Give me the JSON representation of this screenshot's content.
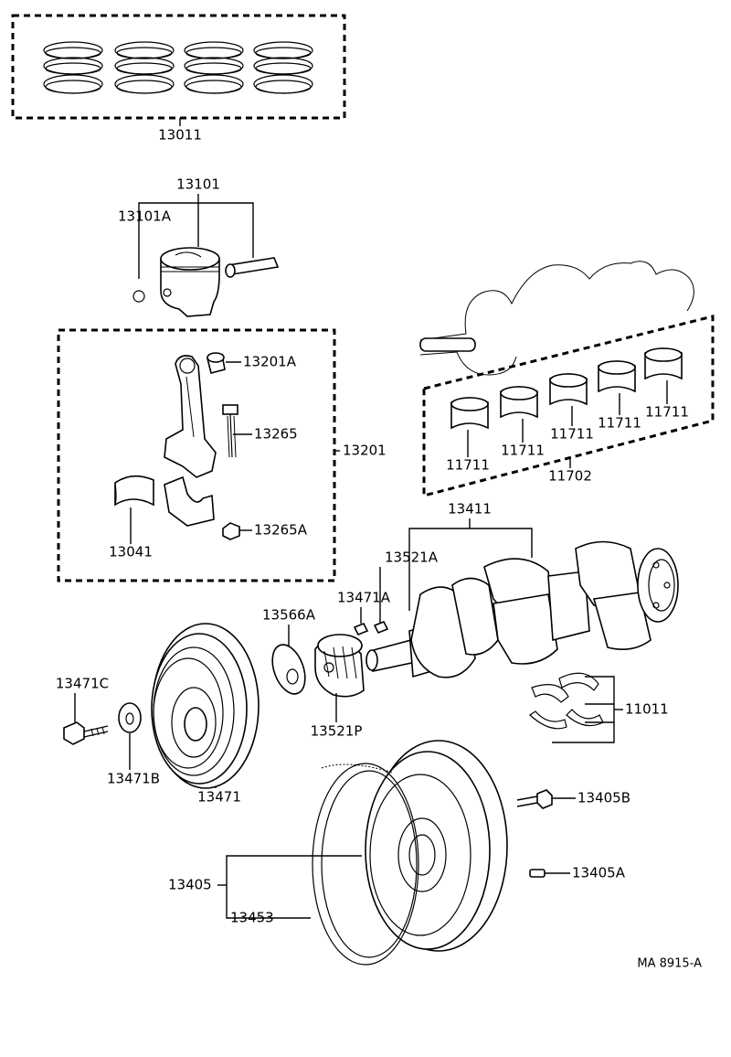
{
  "labels": {
    "l_13011": "13011",
    "l_13101": "13101",
    "l_13101A": "13101A",
    "l_13201A": "13201A",
    "l_13265": "13265",
    "l_13201": "13201",
    "l_13041": "13041",
    "l_13265A": "13265A",
    "l_11711_1": "11711",
    "l_11711_2": "11711",
    "l_11711_3": "11711",
    "l_11711_4": "11711",
    "l_11711_5": "11711",
    "l_11702": "11702",
    "l_13411": "13411",
    "l_13521A": "13521A",
    "l_13471A": "13471A",
    "l_13566A": "13566A",
    "l_13471C": "13471C",
    "l_13521P": "13521P",
    "l_11011": "11011",
    "l_13471B": "13471B",
    "l_13471": "13471",
    "l_13405B": "13405B",
    "l_13405": "13405",
    "l_13405A": "13405A",
    "l_13453": "13453"
  },
  "figure_ref": "MA 8915-A"
}
